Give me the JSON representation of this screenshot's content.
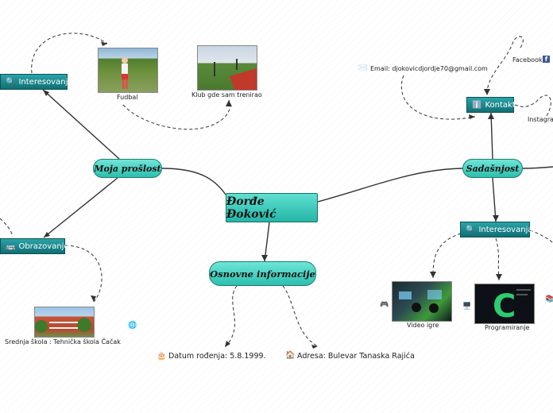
{
  "central": {
    "label": "Đorđe Đoković"
  },
  "branches": {
    "past": {
      "label": "Moja prošlost"
    },
    "present": {
      "label": "Sadašnjost"
    },
    "basic": {
      "label": "Osnovne informacije"
    }
  },
  "past": {
    "interests": {
      "label": "Interesovanja",
      "icon": "magnifier-icon"
    },
    "fudbal": {
      "label": "Fudbal"
    },
    "klub": {
      "label": "Klub gde sam trenirao"
    },
    "education": {
      "label": "Obrazovanje",
      "icon": "school-bus-icon"
    },
    "school": {
      "label": "Srednja škola : Tehnička škola Čačak"
    }
  },
  "present": {
    "contact": {
      "label": "Kontakt",
      "icon": "info-icon"
    },
    "email": {
      "label": "Email: djokovicdjordje70@gmail.com"
    },
    "facebook": {
      "label": "Facebook"
    },
    "instagram": {
      "label": "Instagra"
    },
    "interests": {
      "label": "Interesovanja",
      "icon": "magnifier-icon"
    },
    "videogames": {
      "label": "Video igre"
    },
    "programming": {
      "label": "Programiranje"
    }
  },
  "basic": {
    "birth": {
      "label": "Datum rođenja: 5.8.1999."
    },
    "address": {
      "label": "Adresa: Bulevar Tanaska Rajića"
    }
  },
  "colors": {
    "teal": "#2cbfae",
    "dark_teal": "#106f74",
    "facebook": "#3b5998"
  }
}
